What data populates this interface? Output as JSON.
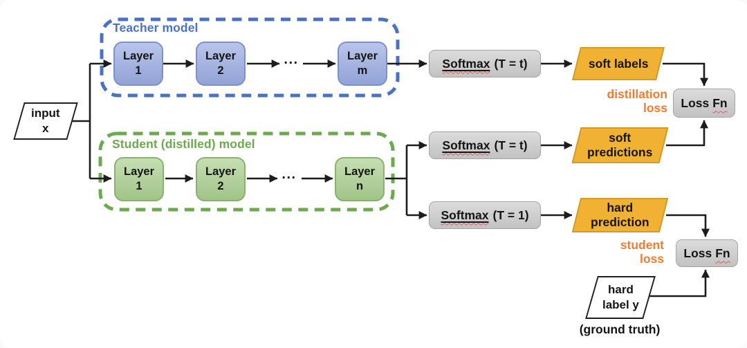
{
  "colors": {
    "teacher_blue": "#4a72c0",
    "student_green": "#6caa4e",
    "layer_blue_top": "#b9c5ea",
    "layer_blue_bottom": "#92a3d6",
    "layer_blue_border": "#7e90cb",
    "layer_green_top": "#c6deb3",
    "layer_green_bottom": "#a0c487",
    "layer_green_border": "#8ab26c",
    "gray_top": "#dcdcdc",
    "gray_bottom": "#c2c2c2",
    "gray_border": "#a3a3a3",
    "gold_fill": "#f1b233",
    "gold_border": "#d29a27",
    "loss_text": "#ed7d31",
    "line": "#1c1c1c",
    "spellcheck_red": "#e05c5c"
  },
  "nodes": {
    "input": "input\nx",
    "teacher": {
      "title": "Teacher model",
      "layers": [
        "Layer\n1",
        "Layer\n2",
        "Layer\nm"
      ],
      "ellipsis": "..."
    },
    "student": {
      "title": "Student (distilled) model",
      "layers": [
        "Layer\n1",
        "Layer\n2",
        "Layer\nn"
      ],
      "ellipsis": "..."
    },
    "softmax_teacher": {
      "word": "Softmax",
      "suffix": "(T = t)"
    },
    "softmax_student_soft": {
      "word": "Softmax",
      "suffix": "(T = t)"
    },
    "softmax_student_hard": {
      "word": "Softmax",
      "suffix": "(T = 1)"
    },
    "soft_labels": "soft labels",
    "soft_predictions": "soft\npredictions",
    "hard_prediction": "hard\nprediction",
    "distillation_loss": "distillation\nloss",
    "student_loss": "student\nloss",
    "loss_fn_top": {
      "prefix": "Loss",
      "word": "Fn"
    },
    "loss_fn_bottom": {
      "prefix": "Loss",
      "word": "Fn"
    },
    "hard_label": "hard\nlabel y",
    "ground_truth": "(ground truth)"
  }
}
